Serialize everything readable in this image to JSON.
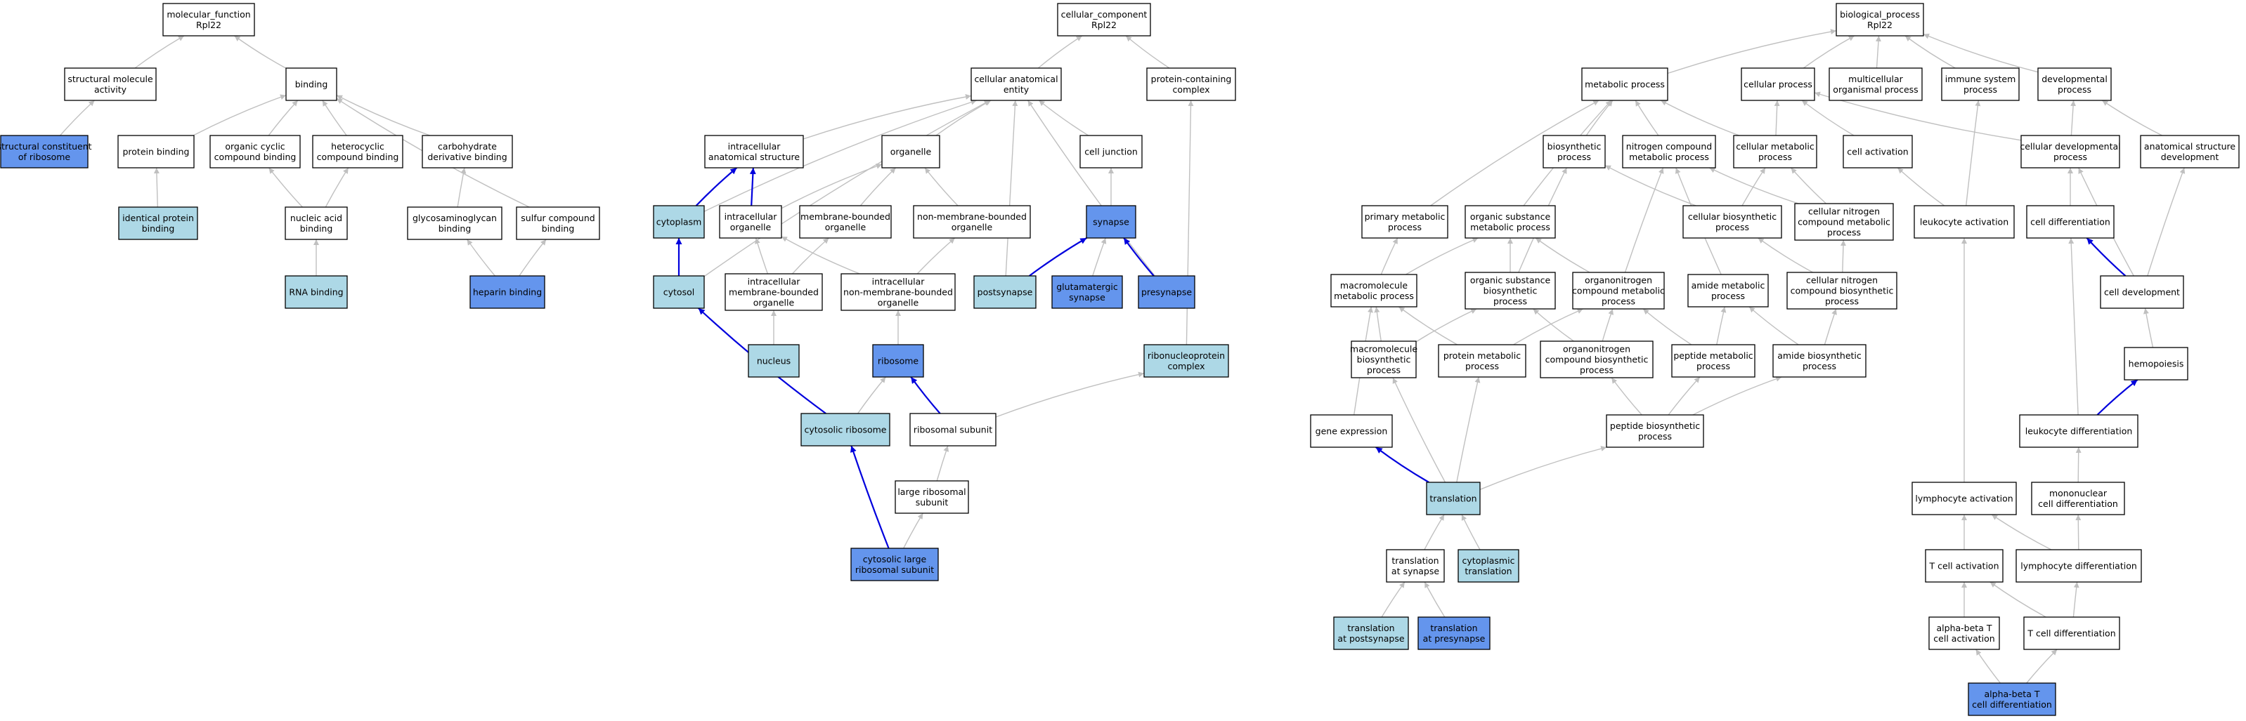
{
  "colors": {
    "plain": "#ffffff",
    "light": "#add8e6",
    "bright": "#6495ed",
    "edge_gray": "#c0c0c0",
    "edge_blue": "#0000dd"
  },
  "nodes": {
    "mf_root": {
      "lines": [
        "molecular_function",
        "Rpl22"
      ],
      "style": "plain"
    },
    "struct_mol_act": {
      "lines": [
        "structural molecule",
        "activity"
      ],
      "style": "plain"
    },
    "binding": {
      "lines": [
        "binding"
      ],
      "style": "plain"
    },
    "struct_const_ribo": {
      "lines": [
        "structural constituent",
        "of ribosome"
      ],
      "style": "bright"
    },
    "protein_binding": {
      "lines": [
        "protein binding"
      ],
      "style": "plain"
    },
    "org_cyclic": {
      "lines": [
        "organic cyclic",
        "compound binding"
      ],
      "style": "plain"
    },
    "heterocyclic": {
      "lines": [
        "heterocyclic",
        "compound binding"
      ],
      "style": "plain"
    },
    "carb_deriv": {
      "lines": [
        "carbohydrate",
        "derivative binding"
      ],
      "style": "plain"
    },
    "identical_protein": {
      "lines": [
        "identical protein",
        "binding"
      ],
      "style": "light"
    },
    "nucleic_acid": {
      "lines": [
        "nucleic acid",
        "binding"
      ],
      "style": "plain"
    },
    "glycosaminoglycan": {
      "lines": [
        "glycosaminoglycan",
        "binding"
      ],
      "style": "plain"
    },
    "sulfur_compound": {
      "lines": [
        "sulfur compound",
        "binding"
      ],
      "style": "plain"
    },
    "rna_binding": {
      "lines": [
        "RNA binding"
      ],
      "style": "light"
    },
    "heparin_binding": {
      "lines": [
        "heparin binding"
      ],
      "style": "bright"
    },
    "cc_root": {
      "lines": [
        "cellular_component",
        "Rpl22"
      ],
      "style": "plain"
    },
    "cell_anat_entity": {
      "lines": [
        "cellular anatomical",
        "entity"
      ],
      "style": "plain"
    },
    "protein_complex": {
      "lines": [
        "protein-containing",
        "complex"
      ],
      "style": "plain"
    },
    "intracell_struct": {
      "lines": [
        "intracellular",
        "anatomical structure"
      ],
      "style": "plain"
    },
    "organelle": {
      "lines": [
        "organelle"
      ],
      "style": "plain"
    },
    "cell_junction": {
      "lines": [
        "cell junction"
      ],
      "style": "plain"
    },
    "cytoplasm": {
      "lines": [
        "cytoplasm"
      ],
      "style": "light"
    },
    "intracell_organelle": {
      "lines": [
        "intracellular",
        "organelle"
      ],
      "style": "plain"
    },
    "membrane_bounded": {
      "lines": [
        "membrane-bounded",
        "organelle"
      ],
      "style": "plain"
    },
    "non_membrane_bounded": {
      "lines": [
        "non-membrane-bounded",
        "organelle"
      ],
      "style": "plain"
    },
    "synapse": {
      "lines": [
        "synapse"
      ],
      "style": "bright"
    },
    "cytosol": {
      "lines": [
        "cytosol"
      ],
      "style": "light"
    },
    "intracell_mb_org": {
      "lines": [
        "intracellular",
        "membrane-bounded",
        "organelle"
      ],
      "style": "plain"
    },
    "intracell_nmb_org": {
      "lines": [
        "intracellular",
        "non-membrane-bounded",
        "organelle"
      ],
      "style": "plain"
    },
    "postsynapse": {
      "lines": [
        "postsynapse"
      ],
      "style": "light"
    },
    "glut_synapse": {
      "lines": [
        "glutamatergic",
        "synapse"
      ],
      "style": "bright"
    },
    "presynapse": {
      "lines": [
        "presynapse"
      ],
      "style": "bright"
    },
    "nucleus": {
      "lines": [
        "nucleus"
      ],
      "style": "light"
    },
    "ribosome": {
      "lines": [
        "ribosome"
      ],
      "style": "bright"
    },
    "rnp_complex": {
      "lines": [
        "ribonucleoprotein",
        "complex"
      ],
      "style": "light"
    },
    "cytosolic_ribosome": {
      "lines": [
        "cytosolic ribosome"
      ],
      "style": "light"
    },
    "ribosomal_subunit": {
      "lines": [
        "ribosomal subunit"
      ],
      "style": "plain"
    },
    "large_ribo_subunit": {
      "lines": [
        "large ribosomal",
        "subunit"
      ],
      "style": "plain"
    },
    "cyto_large_ribo": {
      "lines": [
        "cytosolic large",
        "ribosomal subunit"
      ],
      "style": "bright"
    },
    "bp_root": {
      "lines": [
        "biological_process",
        "Rpl22"
      ],
      "style": "plain"
    },
    "metabolic_process": {
      "lines": [
        "metabolic process"
      ],
      "style": "plain"
    },
    "cellular_process": {
      "lines": [
        "cellular process"
      ],
      "style": "plain"
    },
    "multicellular": {
      "lines": [
        "multicellular",
        "organismal process"
      ],
      "style": "plain"
    },
    "immune_system": {
      "lines": [
        "immune system",
        "process"
      ],
      "style": "plain"
    },
    "developmental": {
      "lines": [
        "developmental",
        "process"
      ],
      "style": "plain"
    },
    "biosynthetic": {
      "lines": [
        "biosynthetic",
        "process"
      ],
      "style": "plain"
    },
    "nitrogen_compound": {
      "lines": [
        "nitrogen compound",
        "metabolic process"
      ],
      "style": "plain"
    },
    "cellular_metabolic": {
      "lines": [
        "cellular metabolic",
        "process"
      ],
      "style": "plain"
    },
    "cell_activation": {
      "lines": [
        "cell activation"
      ],
      "style": "plain"
    },
    "cellular_developmental": {
      "lines": [
        "cellular developmental",
        "process"
      ],
      "style": "plain"
    },
    "anat_struct_dev": {
      "lines": [
        "anatomical structure",
        "development"
      ],
      "style": "plain"
    },
    "primary_metabolic": {
      "lines": [
        "primary metabolic",
        "process"
      ],
      "style": "plain"
    },
    "org_subst_metabolic": {
      "lines": [
        "organic substance",
        "metabolic process"
      ],
      "style": "plain"
    },
    "cellular_biosynthetic": {
      "lines": [
        "cellular biosynthetic",
        "process"
      ],
      "style": "plain"
    },
    "cell_nitrogen_metab": {
      "lines": [
        "cellular nitrogen",
        "compound metabolic",
        "process"
      ],
      "style": "plain"
    },
    "leukocyte_activation": {
      "lines": [
        "leukocyte activation"
      ],
      "style": "plain"
    },
    "cell_differentiation": {
      "lines": [
        "cell differentiation"
      ],
      "style": "plain"
    },
    "macromolecule_metabolic": {
      "lines": [
        "macromolecule",
        "metabolic process"
      ],
      "style": "plain"
    },
    "org_subst_biosynthetic": {
      "lines": [
        "organic substance",
        "biosynthetic",
        "process"
      ],
      "style": "plain"
    },
    "organonitrogen_metabolic": {
      "lines": [
        "organonitrogen",
        "compound metabolic",
        "process"
      ],
      "style": "plain"
    },
    "amide_metabolic": {
      "lines": [
        "amide metabolic",
        "process"
      ],
      "style": "plain"
    },
    "cell_nitrogen_biosynth": {
      "lines": [
        "cellular nitrogen",
        "compound biosynthetic",
        "process"
      ],
      "style": "plain"
    },
    "cell_development": {
      "lines": [
        "cell development"
      ],
      "style": "plain"
    },
    "macromolecule_biosynth": {
      "lines": [
        "macromolecule",
        "biosynthetic",
        "process"
      ],
      "style": "plain"
    },
    "protein_metabolic": {
      "lines": [
        "protein metabolic",
        "process"
      ],
      "style": "plain"
    },
    "organonitrogen_biosynth": {
      "lines": [
        "organonitrogen",
        "compound biosynthetic",
        "process"
      ],
      "style": "plain"
    },
    "peptide_metabolic": {
      "lines": [
        "peptide metabolic",
        "process"
      ],
      "style": "plain"
    },
    "amide_biosynthetic": {
      "lines": [
        "amide biosynthetic",
        "process"
      ],
      "style": "plain"
    },
    "hemopoiesis": {
      "lines": [
        "hemopoiesis"
      ],
      "style": "plain"
    },
    "gene_expression": {
      "lines": [
        "gene expression"
      ],
      "style": "plain"
    },
    "peptide_biosynthetic": {
      "lines": [
        "peptide biosynthetic",
        "process"
      ],
      "style": "plain"
    },
    "leukocyte_diff": {
      "lines": [
        "leukocyte differentiation"
      ],
      "style": "plain"
    },
    "translation": {
      "lines": [
        "translation"
      ],
      "style": "light"
    },
    "lymphocyte_activation": {
      "lines": [
        "lymphocyte activation"
      ],
      "style": "plain"
    },
    "mononuclear_diff": {
      "lines": [
        "mononuclear",
        "cell differentiation"
      ],
      "style": "plain"
    },
    "translation_synapse": {
      "lines": [
        "translation",
        "at synapse"
      ],
      "style": "plain"
    },
    "cytoplasmic_translation": {
      "lines": [
        "cytoplasmic",
        "translation"
      ],
      "style": "light"
    },
    "t_cell_activation": {
      "lines": [
        "T cell activation"
      ],
      "style": "plain"
    },
    "lymphocyte_diff": {
      "lines": [
        "lymphocyte differentiation"
      ],
      "style": "plain"
    },
    "trans_postsynapse": {
      "lines": [
        "translation",
        "at postsynapse"
      ],
      "style": "light"
    },
    "trans_presynapse": {
      "lines": [
        "translation",
        "at presynapse"
      ],
      "style": "bright"
    },
    "ab_t_activation": {
      "lines": [
        "alpha-beta T",
        "cell activation"
      ],
      "style": "plain"
    },
    "t_cell_diff": {
      "lines": [
        "T cell differentiation"
      ],
      "style": "plain"
    },
    "ab_t_diff": {
      "lines": [
        "alpha-beta T",
        "cell differentiation"
      ],
      "style": "bright"
    }
  },
  "edges": [
    [
      "struct_mol_act",
      "mf_root",
      "gray"
    ],
    [
      "binding",
      "mf_root",
      "gray"
    ],
    [
      "struct_const_ribo",
      "struct_mol_act",
      "gray"
    ],
    [
      "protein_binding",
      "binding",
      "gray"
    ],
    [
      "org_cyclic",
      "binding",
      "gray"
    ],
    [
      "heterocyclic",
      "binding",
      "gray"
    ],
    [
      "carb_deriv",
      "binding",
      "gray"
    ],
    [
      "sulfur_compound",
      "binding",
      "gray"
    ],
    [
      "identical_protein",
      "protein_binding",
      "gray"
    ],
    [
      "nucleic_acid",
      "org_cyclic",
      "gray"
    ],
    [
      "nucleic_acid",
      "heterocyclic",
      "gray"
    ],
    [
      "glycosaminoglycan",
      "carb_deriv",
      "gray"
    ],
    [
      "rna_binding",
      "nucleic_acid",
      "gray"
    ],
    [
      "heparin_binding",
      "glycosaminoglycan",
      "gray"
    ],
    [
      "heparin_binding",
      "sulfur_compound",
      "gray"
    ],
    [
      "cell_anat_entity",
      "cc_root",
      "gray"
    ],
    [
      "protein_complex",
      "cc_root",
      "gray"
    ],
    [
      "intracell_struct",
      "cell_anat_entity",
      "gray"
    ],
    [
      "organelle",
      "cell_anat_entity",
      "gray"
    ],
    [
      "cell_junction",
      "cell_anat_entity",
      "gray"
    ],
    [
      "cytoplasm",
      "cell_anat_entity",
      "gray"
    ],
    [
      "cytosol",
      "cell_anat_entity",
      "gray"
    ],
    [
      "postsynapse",
      "cell_anat_entity",
      "gray"
    ],
    [
      "presynapse",
      "cell_anat_entity",
      "gray"
    ],
    [
      "cytoplasm",
      "intracell_struct",
      "blue"
    ],
    [
      "intracell_organelle",
      "intracell_struct",
      "blue"
    ],
    [
      "intracell_organelle",
      "organelle",
      "gray"
    ],
    [
      "membrane_bounded",
      "organelle",
      "gray"
    ],
    [
      "non_membrane_bounded",
      "organelle",
      "gray"
    ],
    [
      "synapse",
      "cell_junction",
      "gray"
    ],
    [
      "cytosol",
      "cytoplasm",
      "blue"
    ],
    [
      "intracell_mb_org",
      "intracell_organelle",
      "gray"
    ],
    [
      "intracell_mb_org",
      "membrane_bounded",
      "gray"
    ],
    [
      "intracell_nmb_org",
      "intracell_organelle",
      "gray"
    ],
    [
      "intracell_nmb_org",
      "non_membrane_bounded",
      "gray"
    ],
    [
      "postsynapse",
      "synapse",
      "blue"
    ],
    [
      "glut_synapse",
      "synapse",
      "gray"
    ],
    [
      "presynapse",
      "synapse",
      "blue"
    ],
    [
      "nucleus",
      "intracell_mb_org",
      "gray"
    ],
    [
      "ribosome",
      "intracell_nmb_org",
      "gray"
    ],
    [
      "rnp_complex",
      "protein_complex",
      "gray"
    ],
    [
      "cytosolic_ribosome",
      "cytosol",
      "blue"
    ],
    [
      "cytosolic_ribosome",
      "ribosome",
      "gray"
    ],
    [
      "ribosomal_subunit",
      "ribosome",
      "blue"
    ],
    [
      "ribosomal_subunit",
      "rnp_complex",
      "gray"
    ],
    [
      "large_ribo_subunit",
      "ribosomal_subunit",
      "gray"
    ],
    [
      "cyto_large_ribo",
      "cytosolic_ribosome",
      "blue"
    ],
    [
      "cyto_large_ribo",
      "large_ribo_subunit",
      "gray"
    ],
    [
      "metabolic_process",
      "bp_root",
      "gray"
    ],
    [
      "cellular_process",
      "bp_root",
      "gray"
    ],
    [
      "multicellular",
      "bp_root",
      "gray"
    ],
    [
      "immune_system",
      "bp_root",
      "gray"
    ],
    [
      "developmental",
      "bp_root",
      "gray"
    ],
    [
      "biosynthetic",
      "metabolic_process",
      "gray"
    ],
    [
      "nitrogen_compound",
      "metabolic_process",
      "gray"
    ],
    [
      "cellular_metabolic",
      "metabolic_process",
      "gray"
    ],
    [
      "primary_metabolic",
      "metabolic_process",
      "gray"
    ],
    [
      "org_subst_metabolic",
      "metabolic_process",
      "gray"
    ],
    [
      "cellular_metabolic",
      "cellular_process",
      "gray"
    ],
    [
      "cell_activation",
      "cellular_process",
      "gray"
    ],
    [
      "cellular_developmental",
      "cellular_process",
      "gray"
    ],
    [
      "cellular_developmental",
      "developmental",
      "gray"
    ],
    [
      "anat_struct_dev",
      "developmental",
      "gray"
    ],
    [
      "leukocyte_activation",
      "immune_system",
      "gray"
    ],
    [
      "leukocyte_activation",
      "cell_activation",
      "gray"
    ],
    [
      "cellular_biosynthetic",
      "biosynthetic",
      "gray"
    ],
    [
      "cellular_biosynthetic",
      "cellular_metabolic",
      "gray"
    ],
    [
      "cell_nitrogen_metab",
      "nitrogen_compound",
      "gray"
    ],
    [
      "cell_nitrogen_metab",
      "cellular_metabolic",
      "gray"
    ],
    [
      "org_subst_biosynthetic",
      "biosynthetic",
      "gray"
    ],
    [
      "org_subst_biosynthetic",
      "org_subst_metabolic",
      "gray"
    ],
    [
      "macromolecule_metabolic",
      "primary_metabolic",
      "gray"
    ],
    [
      "macromolecule_metabolic",
      "org_subst_metabolic",
      "gray"
    ],
    [
      "organonitrogen_metabolic",
      "nitrogen_compound",
      "gray"
    ],
    [
      "organonitrogen_metabolic",
      "org_subst_metabolic",
      "gray"
    ],
    [
      "amide_metabolic",
      "nitrogen_compound",
      "gray"
    ],
    [
      "cell_nitrogen_biosynth",
      "cellular_biosynthetic",
      "gray"
    ],
    [
      "cell_nitrogen_biosynth",
      "cell_nitrogen_metab",
      "gray"
    ],
    [
      "cell_differentiation",
      "cellular_developmental",
      "gray"
    ],
    [
      "cell_development",
      "cellular_developmental",
      "gray"
    ],
    [
      "cell_development",
      "anat_struct_dev",
      "gray"
    ],
    [
      "cell_development",
      "cell_differentiation",
      "blue"
    ],
    [
      "macromolecule_biosynth",
      "macromolecule_metabolic",
      "gray"
    ],
    [
      "macromolecule_biosynth",
      "org_subst_biosynthetic",
      "gray"
    ],
    [
      "protein_metabolic",
      "macromolecule_metabolic",
      "gray"
    ],
    [
      "protein_metabolic",
      "organonitrogen_metabolic",
      "gray"
    ],
    [
      "organonitrogen_biosynth",
      "organonitrogen_metabolic",
      "gray"
    ],
    [
      "organonitrogen_biosynth",
      "org_subst_biosynthetic",
      "gray"
    ],
    [
      "peptide_metabolic",
      "amide_metabolic",
      "gray"
    ],
    [
      "peptide_metabolic",
      "organonitrogen_metabolic",
      "gray"
    ],
    [
      "amide_biosynthetic",
      "amide_metabolic",
      "gray"
    ],
    [
      "amide_biosynthetic",
      "cell_nitrogen_biosynth",
      "gray"
    ],
    [
      "hemopoiesis",
      "cell_development",
      "gray"
    ],
    [
      "gene_expression",
      "macromolecule_metabolic",
      "gray"
    ],
    [
      "peptide_biosynthetic",
      "peptide_metabolic",
      "gray"
    ],
    [
      "peptide_biosynthetic",
      "organonitrogen_biosynth",
      "gray"
    ],
    [
      "peptide_biosynthetic",
      "amide_biosynthetic",
      "gray"
    ],
    [
      "leukocyte_diff",
      "hemopoiesis",
      "blue"
    ],
    [
      "leukocyte_diff",
      "cell_differentiation",
      "gray"
    ],
    [
      "translation",
      "gene_expression",
      "blue"
    ],
    [
      "translation",
      "macromolecule_biosynth",
      "gray"
    ],
    [
      "translation",
      "protein_metabolic",
      "gray"
    ],
    [
      "translation",
      "peptide_biosynthetic",
      "gray"
    ],
    [
      "lymphocyte_activation",
      "leukocyte_activation",
      "gray"
    ],
    [
      "mononuclear_diff",
      "leukocyte_diff",
      "gray"
    ],
    [
      "translation_synapse",
      "translation",
      "gray"
    ],
    [
      "cytoplasmic_translation",
      "translation",
      "gray"
    ],
    [
      "t_cell_activation",
      "lymphocyte_activation",
      "gray"
    ],
    [
      "lymphocyte_diff",
      "lymphocyte_activation",
      "gray"
    ],
    [
      "lymphocyte_diff",
      "mononuclear_diff",
      "gray"
    ],
    [
      "trans_postsynapse",
      "translation_synapse",
      "gray"
    ],
    [
      "trans_presynapse",
      "translation_synapse",
      "gray"
    ],
    [
      "ab_t_activation",
      "t_cell_activation",
      "gray"
    ],
    [
      "t_cell_diff",
      "t_cell_activation",
      "gray"
    ],
    [
      "t_cell_diff",
      "lymphocyte_diff",
      "gray"
    ],
    [
      "ab_t_diff",
      "ab_t_activation",
      "gray"
    ],
    [
      "ab_t_diff",
      "t_cell_diff",
      "gray"
    ]
  ]
}
